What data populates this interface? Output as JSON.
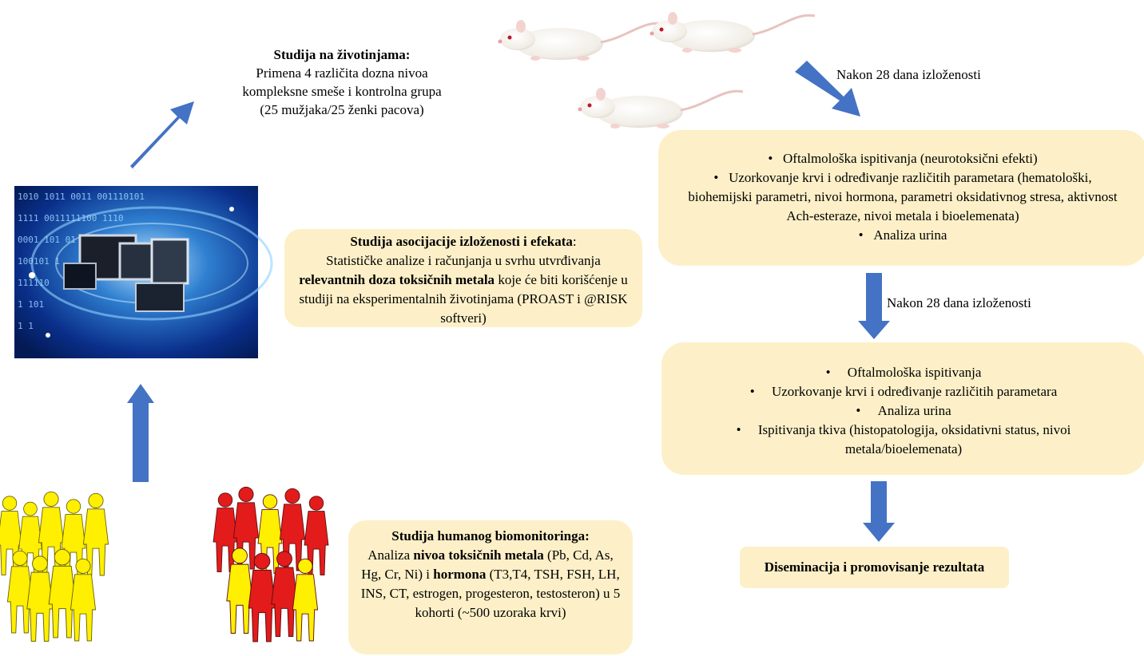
{
  "animal_study": {
    "title": "Studija na životinjama:",
    "lines": [
      "Primena 4 različita dozna nivoa",
      "kompleksne smeše i kontrolna grupa",
      "(25 mužjaka/25 ženki pacova)"
    ]
  },
  "exposure_label_1": "Nakon 28 dana izloženosti",
  "exposure_label_2": "Nakon 28 dana izloženosti",
  "stage1": {
    "items": [
      "Oftalmološka ispitivanja (neurotoksični efekti)",
      "Uzorkovanje krvi i određivanje različitih parametara (hematološki, biohemijski parametri, nivoi hormona, parametri oksidativnog stresa, aktivnost Ach-esteraze, nivoi metala i bioelemenata)",
      "Analiza urina"
    ]
  },
  "stage2": {
    "items": [
      "Oftalmološka ispitivanja",
      "Uzorkovanje krvi i određivanje različitih parametara",
      "Analiza urina",
      "Ispitivanja tkiva (histopatologija, oksidativni status, nivoi metala/bioelemenata)"
    ]
  },
  "association_study": {
    "title": "Studija asocijacije izloženosti i efekata",
    "title_suffix": ":",
    "text_a": "Statističke analize i računjanja u svrhu utvrđivanja",
    "bold_b": "relevantnih doza toksičnih metala",
    "text_c": " koje će biti korišćenje u studiji na eksperimentalnih životinjama (PROAST i @RISK softveri)"
  },
  "human_study": {
    "title": "Studija humanog biomonitoringa:",
    "text_a": "Analiza ",
    "bold_b": "nivoa toksičnih metala",
    "text_c": " (Pb, Cd, As, Hg, Cr, Ni) i ",
    "bold_d": "hormona",
    "text_e": " (T3,T4, TSH, FSH, LH, INS, CT, estrogen, progesteron, testosteron) u 5 kohorti (~500 uzoraka krvi)"
  },
  "dissemination": "Diseminacija i promovisanje rezultata",
  "computer_image": {
    "binary_rows": [
      "1010 1011 0011 001110101",
      "1111 0011111100 1110",
      "0001 101 01",
      "100101 1",
      "111110",
      "1 101",
      "1  1"
    ]
  },
  "colors": {
    "arrow": "#4472c4",
    "box_fill": "#fdf0c8",
    "person_yellow": "#ffef00",
    "person_red": "#e31b1b"
  }
}
